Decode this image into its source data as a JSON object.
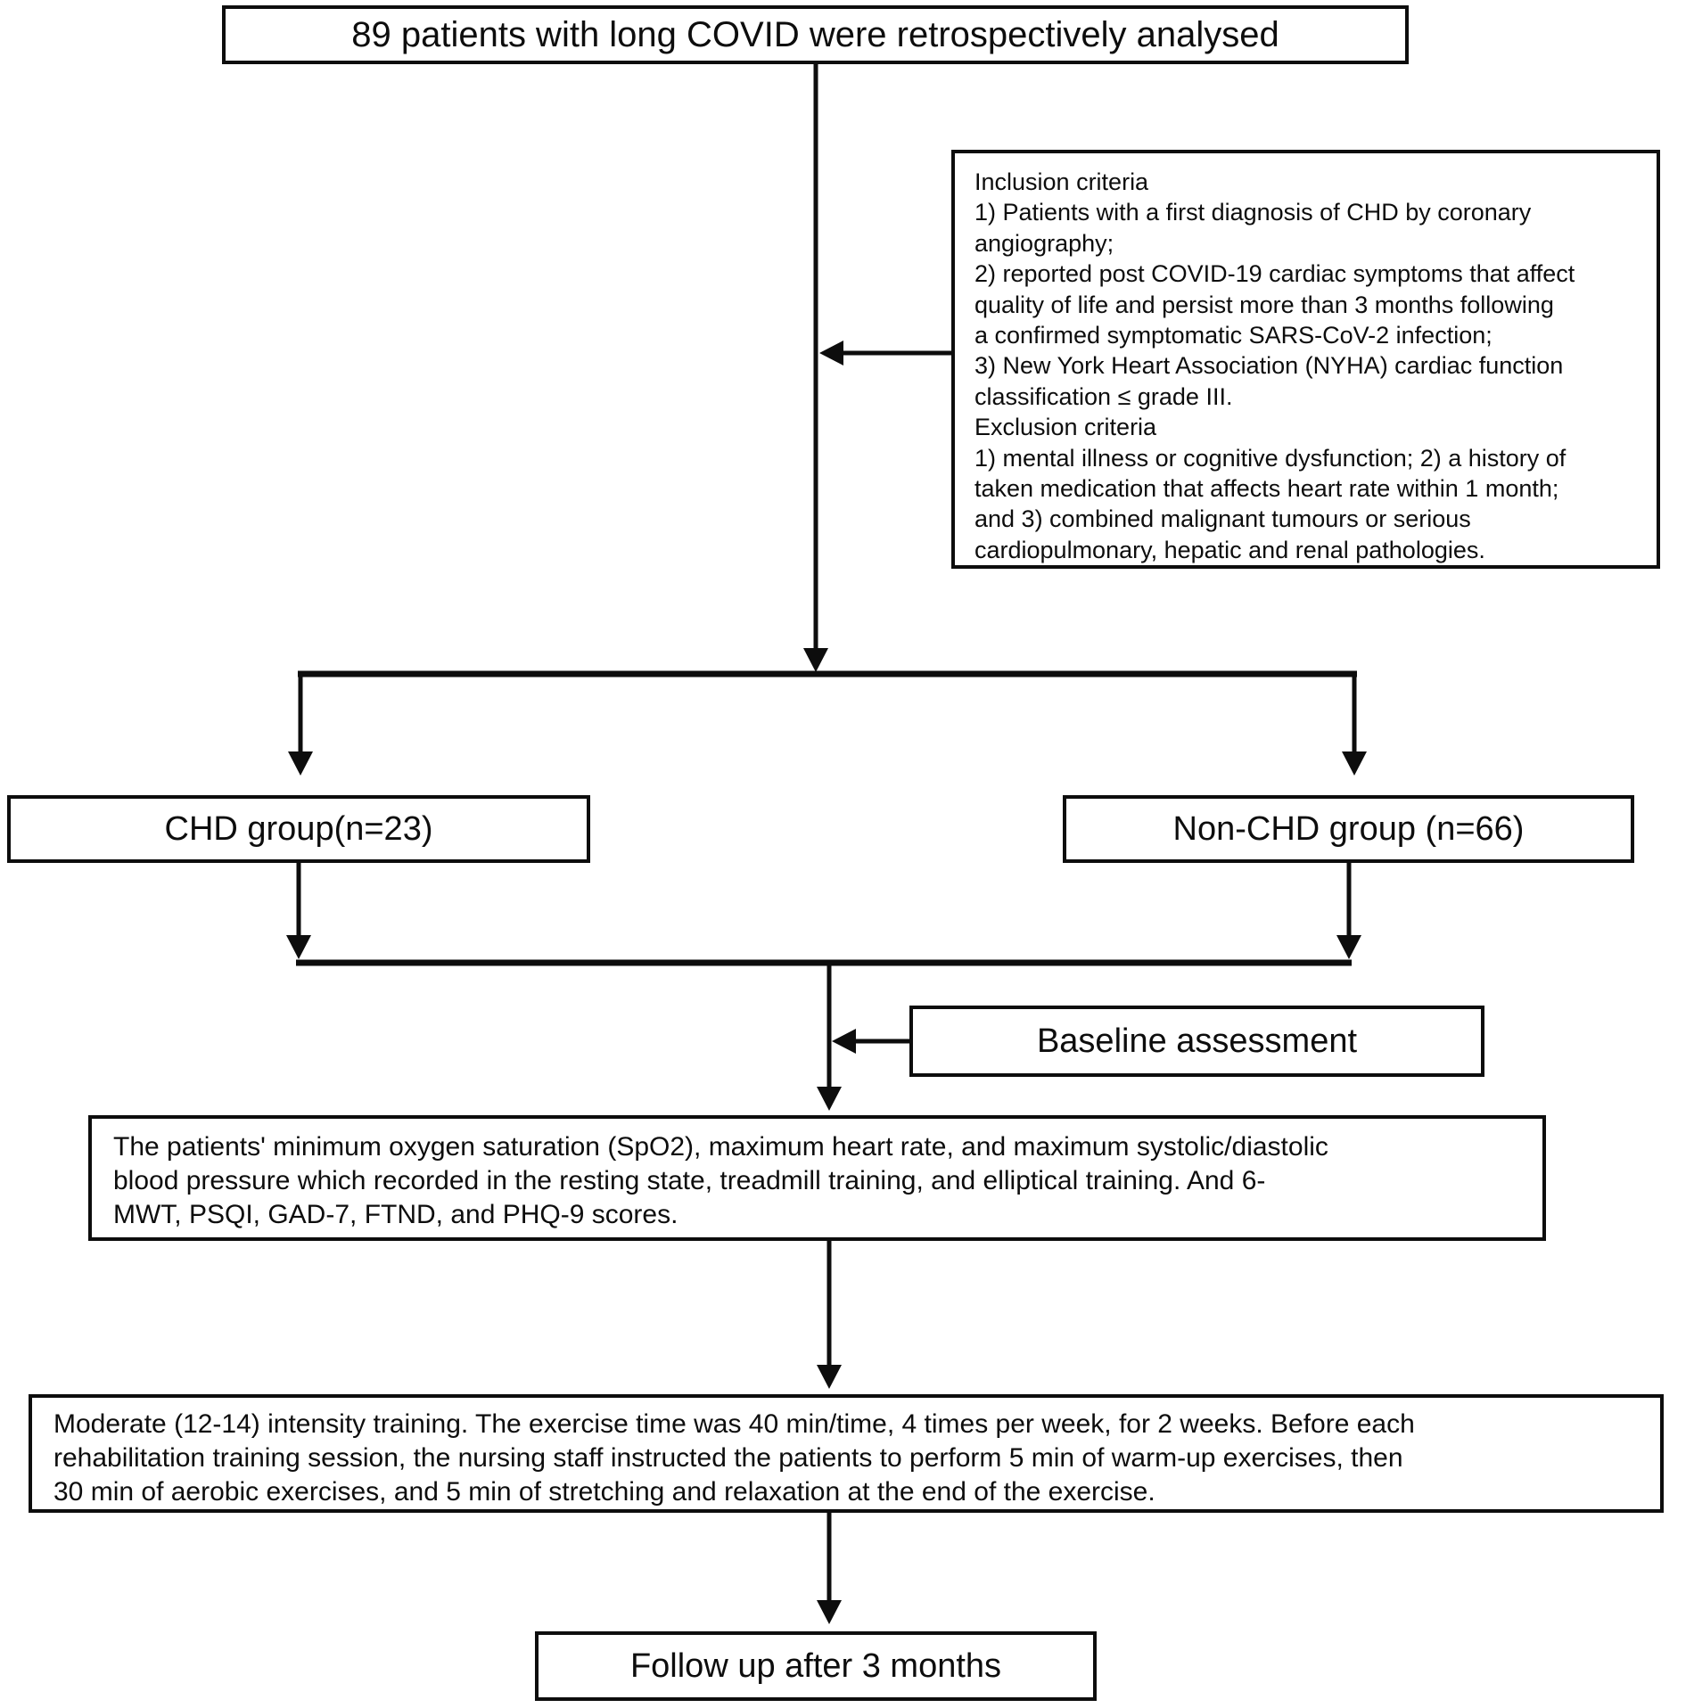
{
  "flowchart": {
    "top_box": "89 patients with long COVID were retrospectively analysed",
    "criteria_box": {
      "lines": [
        "Inclusion criteria",
        "1) Patients with a first diagnosis of CHD by coronary",
        "angiography;",
        "2) reported post COVID-19 cardiac symptoms that affect",
        "quality of life and persist more than 3 months following",
        "a confirmed symptomatic SARS-CoV-2 infection;",
        "3) New York Heart Association (NYHA) cardiac function",
        "classification ≤ grade III.",
        "Exclusion criteria",
        "1) mental illness or cognitive dysfunction; 2) a history of",
        "taken medication that affects heart rate within 1 month;",
        "and 3) combined malignant tumours or serious",
        "cardiopulmonary, hepatic and renal pathologies."
      ]
    },
    "chd_box": "CHD group(n=23)",
    "non_chd_box": "Non-CHD group (n=66)",
    "baseline_box": "Baseline assessment",
    "assessment_detail_box": {
      "lines": [
        "The patients' minimum oxygen saturation (SpO2), maximum heart rate, and maximum systolic/diastolic",
        "blood pressure which recorded in the resting state, treadmill training, and elliptical training. And 6-",
        "MWT, PSQI, GAD-7, FTND, and PHQ-9 scores."
      ]
    },
    "training_box": {
      "lines": [
        "Moderate (12-14) intensity training. The exercise time was 40 min/time, 4 times per week, for 2 weeks. Before each",
        "rehabilitation training session, the nursing staff instructed the patients to perform 5 min of warm-up exercises, then",
        "30 min of aerobic exercises, and 5 min of stretching and relaxation at the end of the exercise."
      ]
    },
    "followup_box": "Follow up after 3 months",
    "colors": {
      "line": "#0d0d0d",
      "box_border": "#0d0d0d",
      "background": "#ffffff"
    }
  }
}
